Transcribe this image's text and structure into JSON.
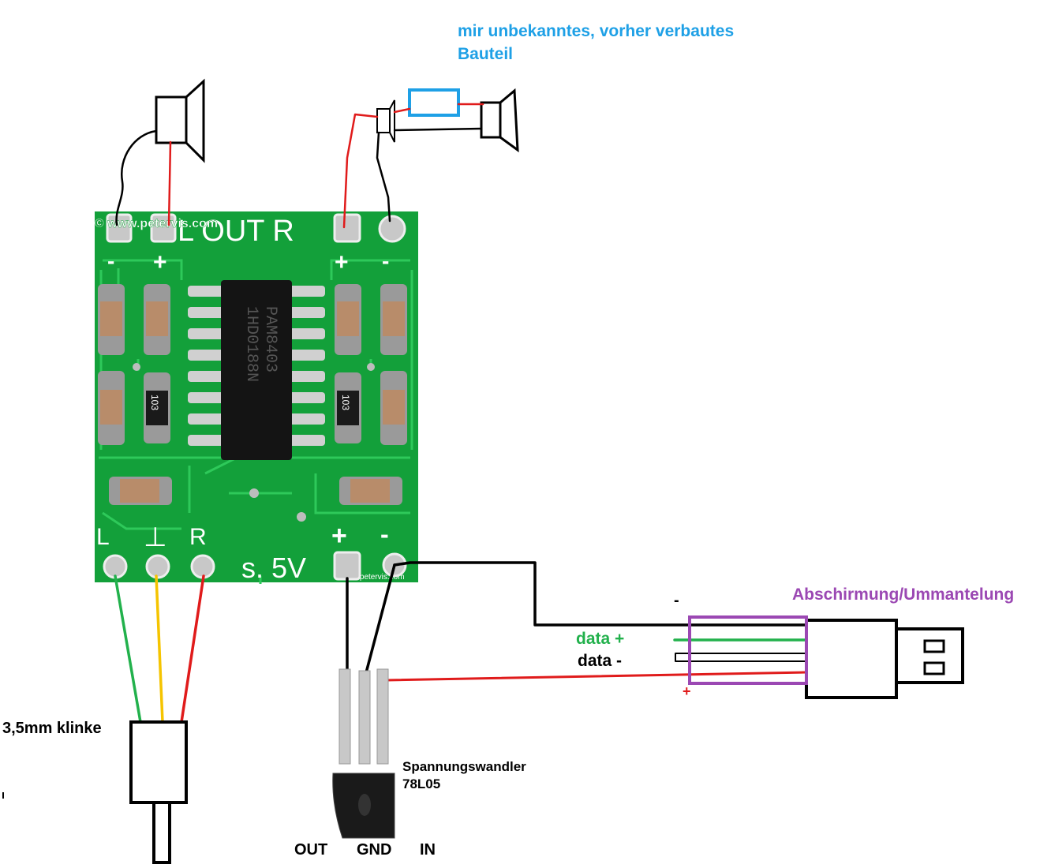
{
  "labels": {
    "unknown_part_line1": "mir unbekanntes, vorher verbautes",
    "unknown_part_line2": "Bauteil",
    "shielding": "Abschirmung/Ummantelung",
    "minus": "-",
    "data_plus": "data +",
    "data_minus": "data -",
    "plus": "+",
    "jack": "3,5mm klinke",
    "regulator_line1": "Spannungswandler",
    "regulator_line2": "78L05",
    "pin_out": "OUT",
    "pin_gnd": "GND",
    "pin_in": "IN"
  },
  "board": {
    "watermark": "© www.petervis.com",
    "silk_out": "L OUT R",
    "silk_power": "s. 5V",
    "silk_l": "L",
    "silk_r": "R",
    "chip_line1": "PAM8403",
    "chip_line2": "1HD0188N",
    "resistor_code": "103",
    "watermark_small": "www.petervis.com"
  },
  "colors": {
    "wire_black": "#000000",
    "wire_red": "#e01b1b",
    "wire_green": "#22b14c",
    "wire_yellow": "#f5c400",
    "part_box_blue": "#1ea0e6",
    "shield_box_purple": "#9b48b3",
    "pcb_green": "#13a03a"
  }
}
